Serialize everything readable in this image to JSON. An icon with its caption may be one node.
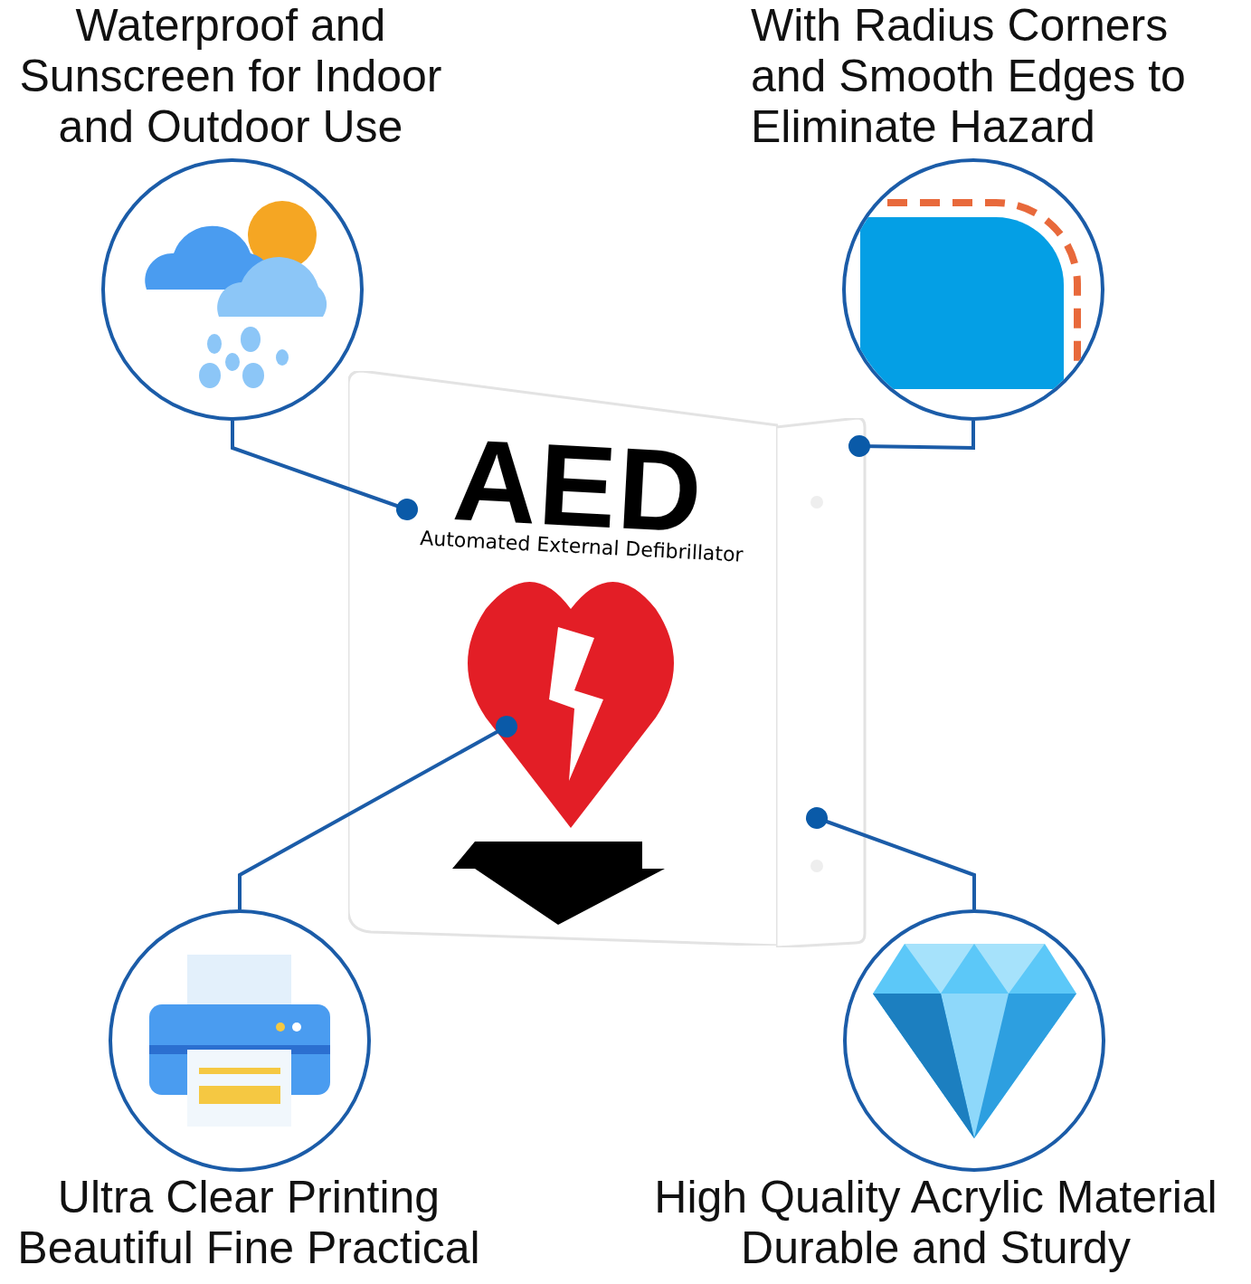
{
  "diagram": {
    "nodes": [
      {
        "text": [
          "Waterproof and Sunscreen for Indoor and Outdoor Use"
        ]
      },
      {
        "text": [
          "With Radius Corners and Smooth Edges to Eliminate Hazard"
        ]
      },
      {
        "text": [
          "Ultra Clear Printing Beautiful Fine Practical"
        ]
      },
      {
        "text": [
          "High Quality Acrylic Material Durable and Sturdy"
        ]
      },
      {
        "text": [
          "AED",
          "Automated External Defibrillator"
        ]
      },
      {
        "text": [],
        "shape": "picture",
        "in": 4
      },
      {
        "text": [],
        "shape": "box"
      }
    ],
    "edges": [
      {
        "from": 0,
        "to": 4,
        "arrow": "other"
      },
      {
        "from": 1,
        "to": 6,
        "arrow": "other"
      },
      {
        "from": 2,
        "to": 5,
        "arrow": "other"
      },
      {
        "from": 3,
        "to": 6,
        "arrow": "other"
      }
    ]
  }
}
